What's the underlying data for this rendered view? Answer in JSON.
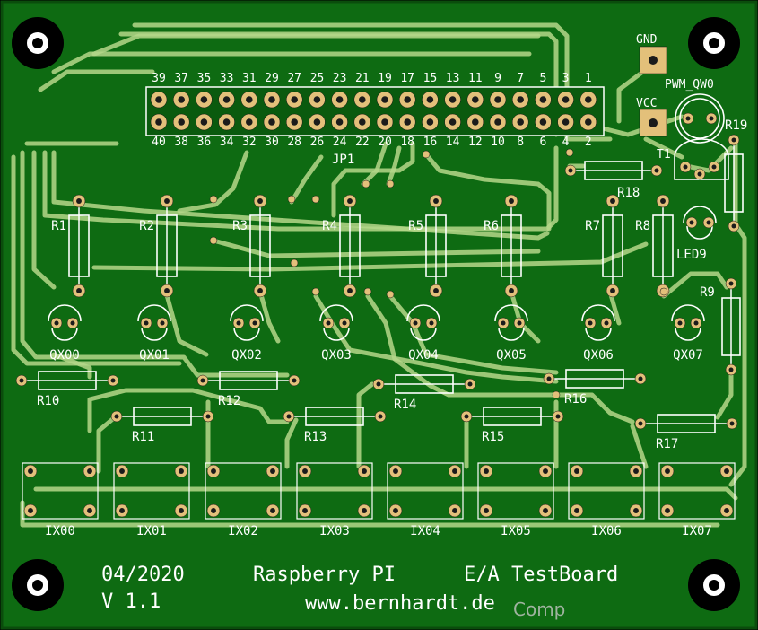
{
  "board": {
    "footer": {
      "date": "04/2020",
      "version": "V 1.1",
      "title_left": "Raspberry PI",
      "title_right": "E/A TestBoard",
      "url": "www.bernhardt.de",
      "comp_label": "Comp"
    },
    "header": {
      "jp_label": "JP1",
      "odd_pins": [
        "39",
        "37",
        "35",
        "33",
        "31",
        "29",
        "27",
        "25",
        "23",
        "21",
        "19",
        "17",
        "15",
        "13",
        "11",
        "9",
        "7",
        "5",
        "3",
        "1"
      ],
      "even_pins": [
        "40",
        "38",
        "36",
        "34",
        "32",
        "30",
        "28",
        "26",
        "24",
        "22",
        "20",
        "18",
        "16",
        "14",
        "12",
        "10",
        "8",
        "6",
        "4",
        "2"
      ]
    },
    "power": {
      "gnd": "GND",
      "vcc": "VCC",
      "pwm": "PWM_QW0"
    },
    "resistors_top": [
      "R1",
      "R2",
      "R3",
      "R4",
      "R5",
      "R6",
      "R7",
      "R8"
    ],
    "leds": [
      "QX00",
      "QX01",
      "QX02",
      "QX03",
      "QX04",
      "QX05",
      "QX06",
      "QX07"
    ],
    "resistors_bottom": [
      "R10",
      "R11",
      "R12",
      "R13",
      "R14",
      "R15",
      "R16",
      "R17"
    ],
    "switches": [
      "IX00",
      "IX01",
      "IX02",
      "IX03",
      "IX04",
      "IX05",
      "IX06",
      "IX07"
    ],
    "misc": {
      "r18": "R18",
      "r19": "R19",
      "r9": "R9",
      "t1": "T1",
      "led9": "LED9"
    }
  },
  "colors": {
    "board": "#0e6b12",
    "board_dark": "#0a5a0e",
    "trace": "#b5d78a",
    "pad": "#e3c07a",
    "silk": "#ffffff"
  }
}
